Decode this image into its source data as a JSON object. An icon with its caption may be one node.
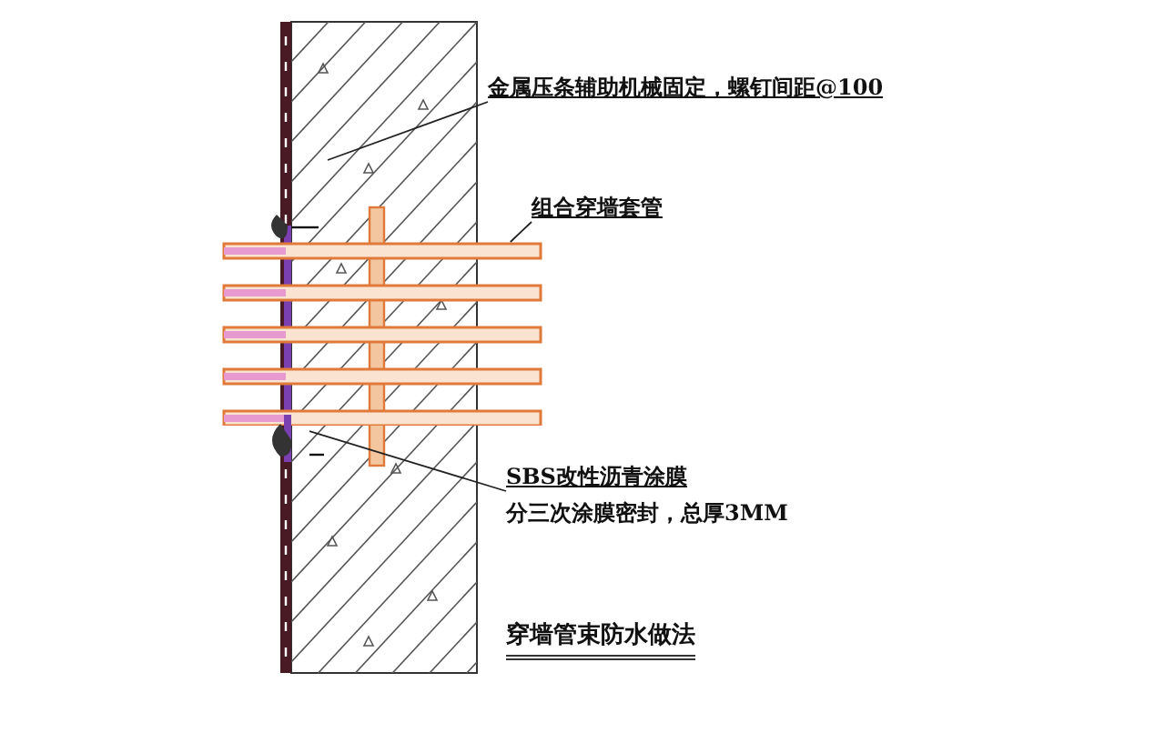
{
  "diagram": {
    "title": "穿墙管束防水做法",
    "nodes": [
      {
        "text": [
          "金属压条辅助机械固定，螺钉间距@100"
        ]
      },
      {
        "text": [
          "组合穿墙套管"
        ]
      },
      {
        "text": [
          "SBS改性沥青涂膜",
          "分三次涂膜密封，总厚3MM"
        ]
      },
      {
        "text": [],
        "shape": "picture"
      },
      {
        "text": [],
        "shape": "picture"
      }
    ],
    "edges": [
      {
        "from": 0,
        "to": null,
        "arrow": "none"
      },
      {
        "from": 1,
        "to": 3,
        "arrow": "none"
      },
      {
        "from": 2,
        "to": 4,
        "arrow": "none"
      }
    ]
  }
}
